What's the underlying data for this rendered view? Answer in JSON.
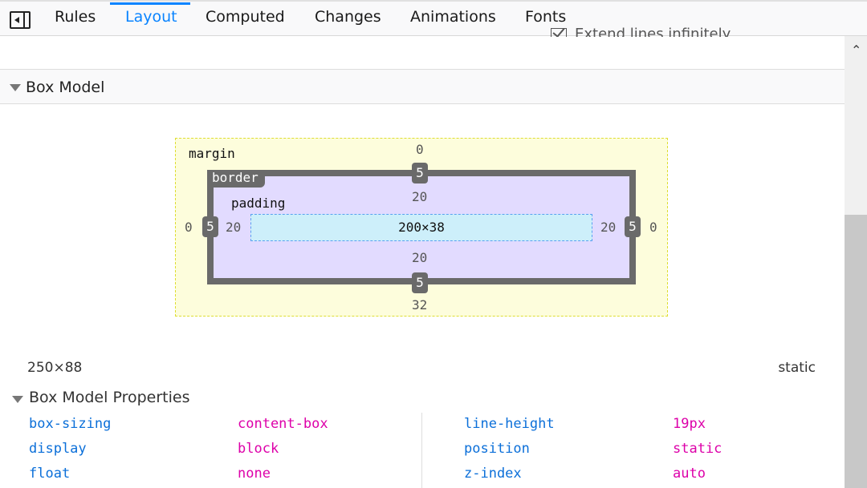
{
  "tabs": [
    {
      "label": "Rules"
    },
    {
      "label": "Layout",
      "active": true
    },
    {
      "label": "Computed"
    },
    {
      "label": "Changes"
    },
    {
      "label": "Animations"
    },
    {
      "label": "Fonts"
    }
  ],
  "grid_options": {
    "extend_lines_label": "Extend lines infinitely",
    "checked": true
  },
  "box_model": {
    "title": "Box Model",
    "margin": {
      "label": "margin",
      "top": "0",
      "right": "0",
      "bottom": "32",
      "left": "0"
    },
    "border": {
      "label": "border",
      "top": "5",
      "right": "5",
      "bottom": "5",
      "left": "5"
    },
    "padding": {
      "label": "padding",
      "top": "20",
      "right": "20",
      "bottom": "20",
      "left": "20"
    },
    "content": "200×38",
    "size": "250×88",
    "position": "static"
  },
  "properties": {
    "title": "Box Model Properties",
    "items": [
      {
        "name": "box-sizing",
        "value": "content-box"
      },
      {
        "name": "display",
        "value": "block"
      },
      {
        "name": "float",
        "value": "none"
      },
      {
        "name": "line-height",
        "value": "19px"
      },
      {
        "name": "position",
        "value": "static"
      },
      {
        "name": "z-index",
        "value": "auto"
      }
    ]
  },
  "colors": {
    "accent": "#0a84ff",
    "prop_name": "#0b6fd9",
    "prop_value": "#dd00a9",
    "margin_bg": "#fdfddc",
    "border": "#6a6a6a",
    "padding_bg": "#e2dbff",
    "content_bg": "#cdeffa"
  }
}
